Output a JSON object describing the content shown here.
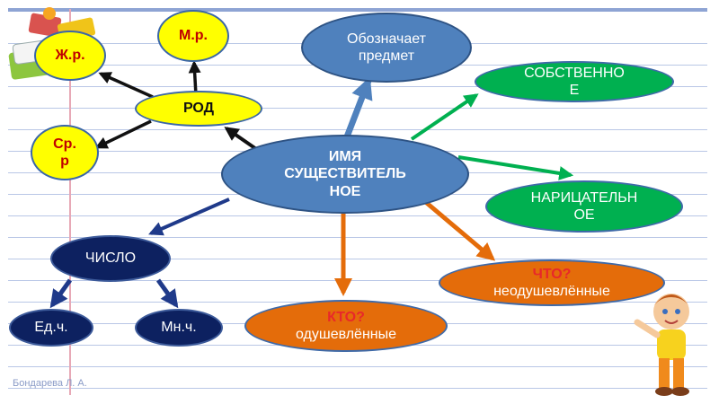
{
  "nodes": {
    "center": "ИМЯ СУЩЕСТВИТЕЛЬ НОЕ",
    "meaning": "Обозначает предмет",
    "gender": "РОД",
    "masculine": "М.р.",
    "feminine": "Ж.р.",
    "neuter": "Ср. р",
    "number": "ЧИСЛО",
    "singular": "Ед.ч.",
    "plural": "Мн.ч.",
    "proper": "СОБСТВЕННО Е",
    "common": "НАРИЦАТЕЛЬН ОЕ",
    "animate": {
      "question": "КТО?",
      "label": "одушевлённые"
    },
    "inanimate": {
      "question": "ЧТО?",
      "label": "неодушевлённые"
    }
  },
  "credit": "Бондарева Л. А.",
  "colors": {
    "yellow": "#ffff00",
    "blue": "#4f81bd",
    "green": "#00b050",
    "navy": "#0d2160",
    "orange": "#e46c0a",
    "question_red": "#e8282a"
  }
}
